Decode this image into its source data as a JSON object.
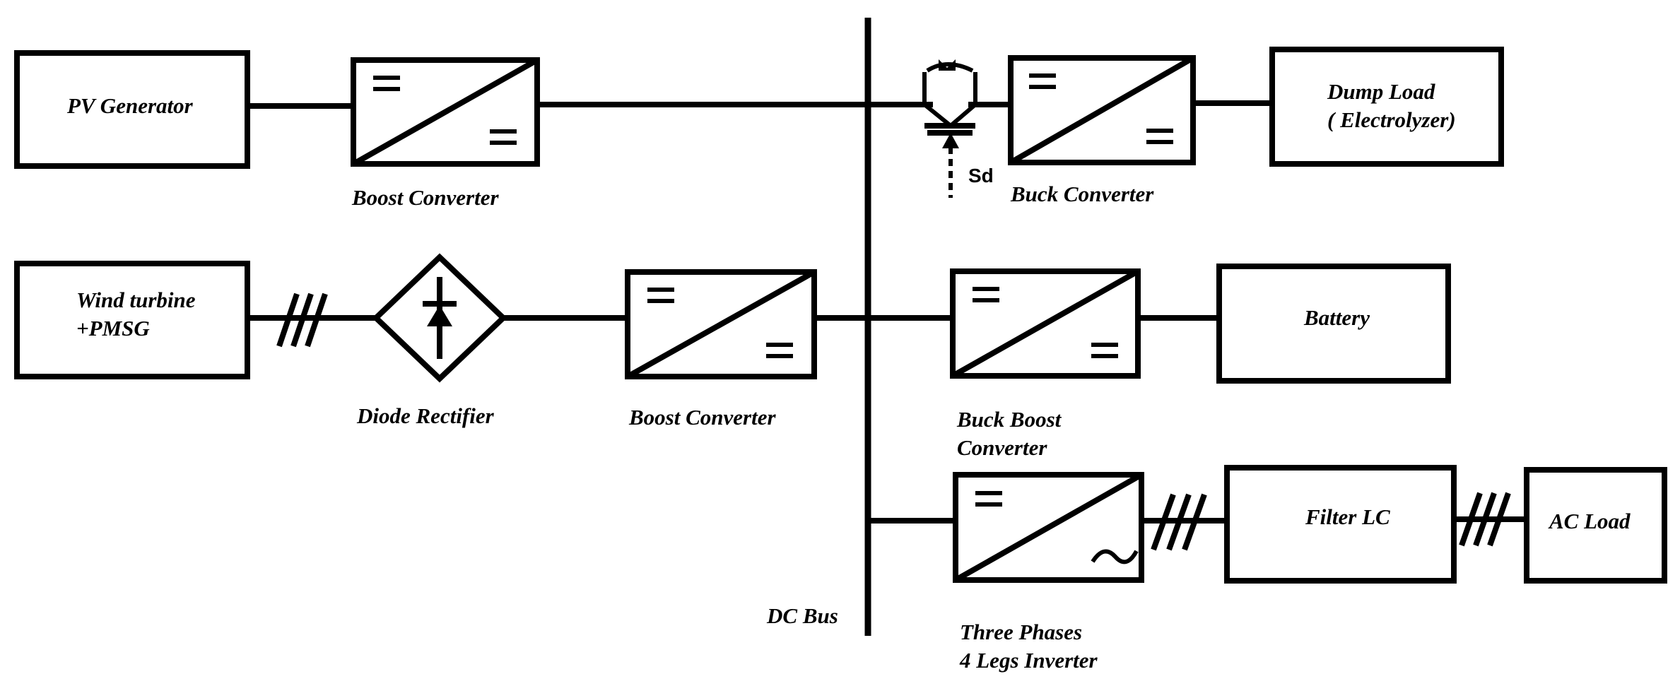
{
  "blocks": {
    "pv_generator": "PV Generator",
    "wind_turbine_line1": "Wind turbine",
    "wind_turbine_line2": "+PMSG",
    "dump_load_line1": "Dump Load",
    "dump_load_line2": "( Electrolyzer)",
    "battery": "Battery",
    "filter_lc": "Filter LC",
    "ac_load": "AC Load"
  },
  "converters": {
    "boost_pv": "Boost Converter",
    "diode_rectifier": "Diode Rectifier",
    "boost_wind": "Boost Converter",
    "buck": "Buck Converter",
    "buck_boost_line1": "Buck Boost",
    "buck_boost_line2": "Converter",
    "inverter_line1": "Three Phases",
    "inverter_line2": "4 Legs Inverter"
  },
  "bus": {
    "label": "DC Bus"
  },
  "switch": {
    "label": "Sd"
  },
  "symbols": {
    "dc": "=",
    "ac": "~"
  },
  "icons": [
    "dc-dc-converter-icon",
    "dc-ac-inverter-icon",
    "diode-rectifier-icon",
    "igbt-switch-icon",
    "three-phase-line-icon"
  ]
}
